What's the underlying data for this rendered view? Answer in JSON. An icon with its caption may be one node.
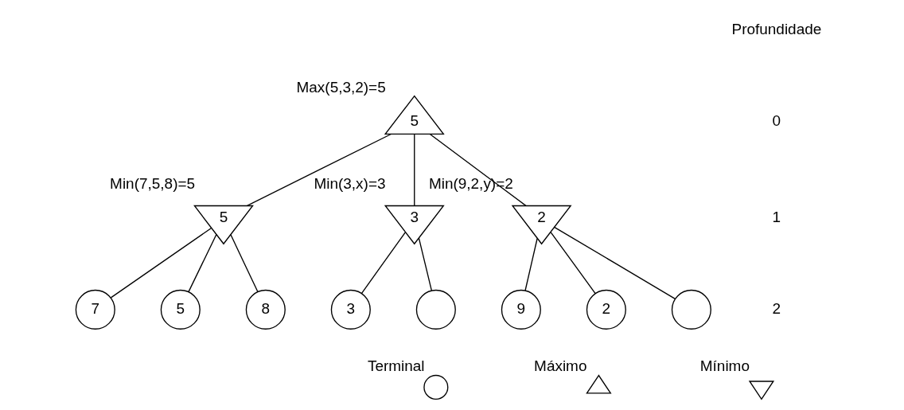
{
  "diagram": {
    "nodes": [
      {
        "text": [
          "5"
        ],
        "beside": [
          "Max(5,3,2)=5"
        ]
      },
      {
        "text": [
          "5"
        ],
        "beside": [
          "Min(7,5,8)=5"
        ]
      },
      {
        "text": [
          "3"
        ],
        "beside": [
          "Min(3,x)=3"
        ]
      },
      {
        "text": [
          "2"
        ],
        "beside": [
          "Min(9,2,y)=2"
        ]
      },
      {
        "text": [
          "7"
        ]
      },
      {
        "text": [
          "5"
        ]
      },
      {
        "text": [
          "8"
        ]
      },
      {
        "text": [
          "3"
        ]
      },
      {
        "text": [],
        "shape": "circle"
      },
      {
        "text": [
          "9"
        ]
      },
      {
        "text": [
          "2"
        ]
      },
      {
        "text": [],
        "shape": "circle"
      }
    ],
    "edges": [
      {
        "from": 0,
        "to": 1,
        "arrow": "none"
      },
      {
        "from": 0,
        "to": 2,
        "arrow": "none"
      },
      {
        "from": 0,
        "to": 3,
        "arrow": "none"
      },
      {
        "from": 1,
        "to": 4,
        "arrow": "none"
      },
      {
        "from": 1,
        "to": 5,
        "arrow": "none"
      },
      {
        "from": 1,
        "to": 6,
        "arrow": "none"
      },
      {
        "from": 2,
        "to": 7,
        "arrow": "none"
      },
      {
        "from": 2,
        "to": 8,
        "arrow": "none"
      },
      {
        "from": 3,
        "to": 9,
        "arrow": "none"
      },
      {
        "from": 3,
        "to": 10,
        "arrow": "none"
      },
      {
        "from": 3,
        "to": 11,
        "arrow": "none"
      }
    ],
    "labels": [
      "Profundidade",
      "0",
      "1",
      "2"
    ],
    "legend": [
      {
        "text": "Terminal"
      },
      {
        "text": "Máximo"
      },
      {
        "text": "Mínimo"
      }
    ]
  }
}
